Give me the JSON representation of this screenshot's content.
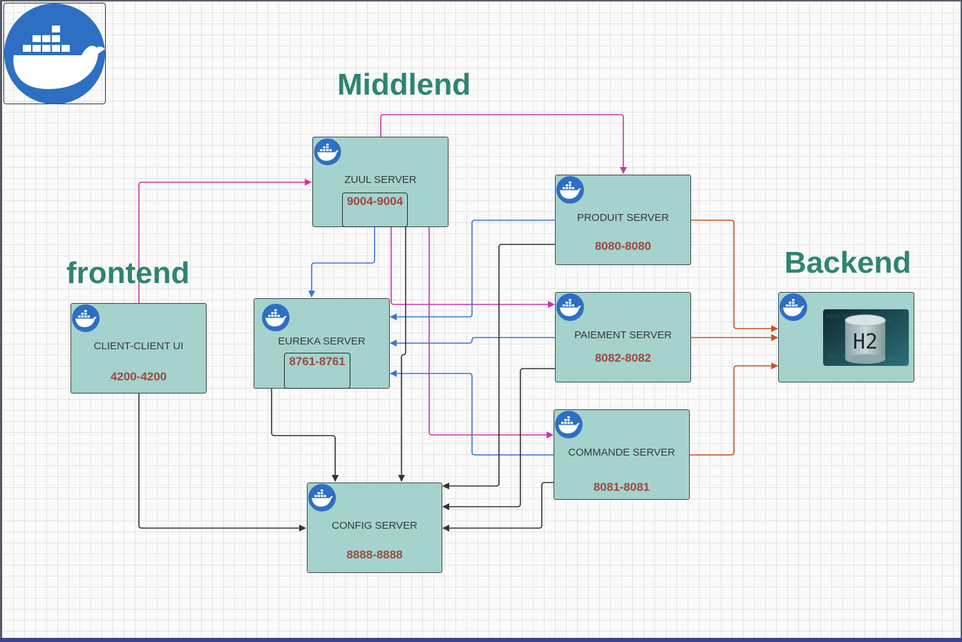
{
  "groups": {
    "middlend": "Middlend",
    "frontend": "frontend",
    "backend": "Backend"
  },
  "nodes": {
    "zuul": {
      "name": "ZUUL SERVER",
      "port": "9004-9004"
    },
    "produit": {
      "name": "PRODUIT SERVER",
      "port": "8080-8080"
    },
    "paiement": {
      "name": "PAIEMENT SERVER",
      "port": "8082-8082"
    },
    "commande": {
      "name": "COMMANDE SERVER",
      "port": "8081-8081"
    },
    "eureka": {
      "name": "EUREKA SERVER",
      "port": "8761-8761"
    },
    "client": {
      "name": "CLIENT-CLIENT UI",
      "port": "4200-4200"
    },
    "config": {
      "name": "CONFIG SERVER",
      "port": "8888-8888"
    },
    "h2": {
      "label": "H2"
    }
  },
  "icons": {
    "node_badge": "docker-whale-icon",
    "logo": "docker-logo",
    "database": "h2-database-icon"
  },
  "colors": {
    "routing": "#cc33aa",
    "discovery": "#3b74d6",
    "config": "#333333",
    "database": "#c4561c",
    "title": "#2e8472",
    "node_fill": "#a5d2cd",
    "port_text": "#9b4a3f",
    "docker_blue": "#2d6fc2"
  },
  "connections": [
    {
      "from": "client",
      "to": "zuul",
      "kind": "routing"
    },
    {
      "from": "zuul",
      "to": "produit",
      "kind": "routing"
    },
    {
      "from": "zuul",
      "to": "paiement",
      "kind": "routing"
    },
    {
      "from": "zuul",
      "to": "commande",
      "kind": "routing"
    },
    {
      "from": "zuul",
      "to": "eureka",
      "kind": "discovery"
    },
    {
      "from": "produit",
      "to": "eureka",
      "kind": "discovery"
    },
    {
      "from": "paiement",
      "to": "eureka",
      "kind": "discovery"
    },
    {
      "from": "commande",
      "to": "eureka",
      "kind": "discovery"
    },
    {
      "from": "client",
      "to": "config",
      "kind": "config"
    },
    {
      "from": "eureka",
      "to": "config",
      "kind": "config"
    },
    {
      "from": "zuul",
      "to": "config",
      "kind": "config"
    },
    {
      "from": "produit",
      "to": "config",
      "kind": "config"
    },
    {
      "from": "paiement",
      "to": "config",
      "kind": "config"
    },
    {
      "from": "commande",
      "to": "config",
      "kind": "config"
    },
    {
      "from": "produit",
      "to": "h2",
      "kind": "database"
    },
    {
      "from": "paiement",
      "to": "h2",
      "kind": "database"
    },
    {
      "from": "commande",
      "to": "h2",
      "kind": "database"
    }
  ]
}
